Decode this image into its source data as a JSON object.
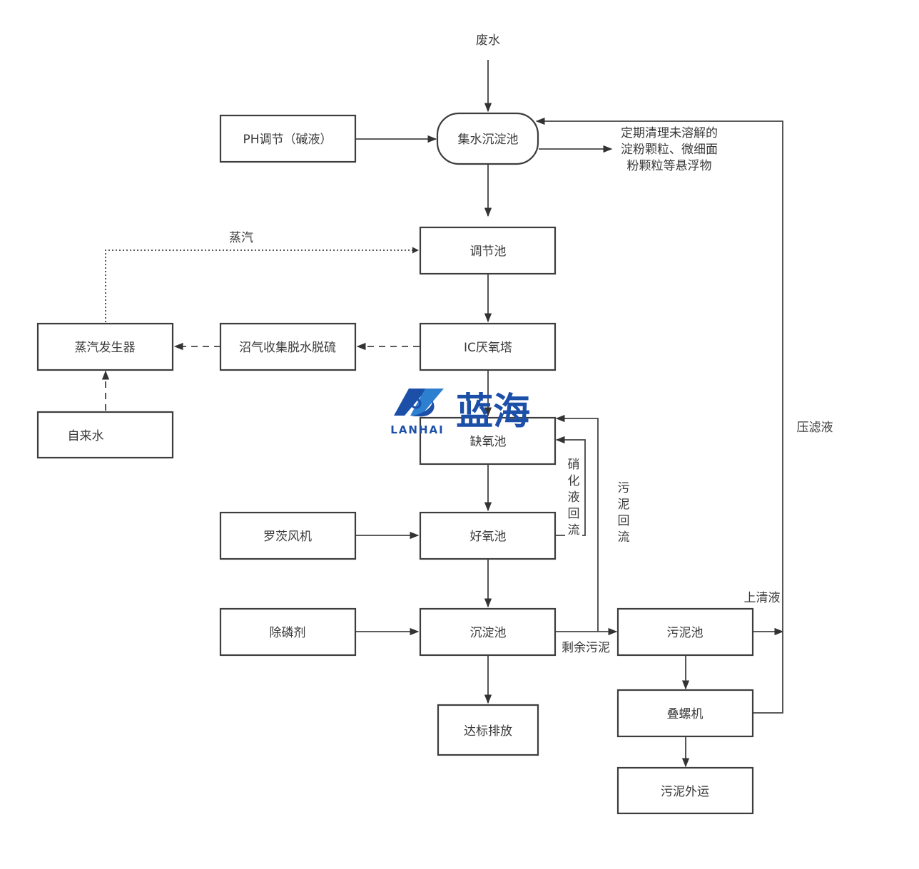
{
  "nodes": {
    "wastewater": "废水",
    "ph_adjust": "PH调节（碱液）",
    "collection_tank": "集水沉淀池",
    "collection_note": [
      "定期清理未溶解的",
      "淀粉颗粒、微细面",
      "粉颗粒等悬浮物"
    ],
    "adjust_tank": "调节池",
    "ic_tower": "IC厌氧塔",
    "biogas": "沼气收集脱水脱硫",
    "steam_gen": "蒸汽发生器",
    "tap_water": "自来水",
    "anoxic": "缺氧池",
    "blower": "罗茨风机",
    "aerobic": "好氧池",
    "phos": "除磷剂",
    "settling": "沉淀池",
    "discharge": "达标排放",
    "sludge_tank": "污泥池",
    "screw_press": "叠螺机",
    "sludge_out": "污泥外运"
  },
  "edge_labels": {
    "steam": "蒸汽",
    "nitrate_return": [
      "硝",
      "化",
      "液",
      "回",
      "流"
    ],
    "sludge_return": [
      "污",
      "泥",
      "回",
      "流"
    ],
    "excess_sludge": "剩余污泥",
    "supernatant": "上清液",
    "filtrate": "压滤液"
  },
  "watermark": {
    "cn": "蓝海",
    "en": "LANHAI",
    "color": "#1c4fa8"
  }
}
